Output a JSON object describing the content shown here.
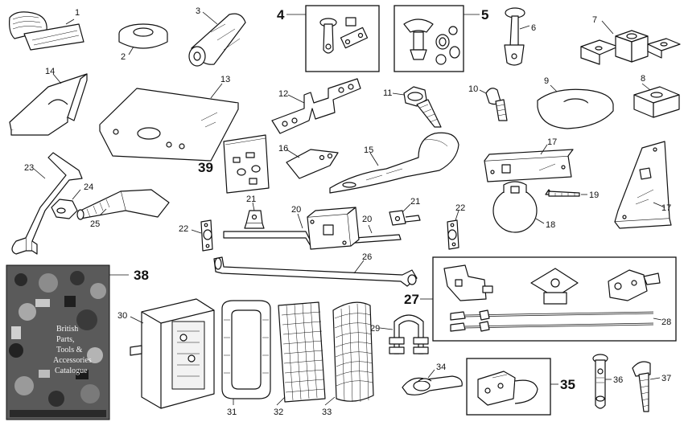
{
  "callouts": {
    "c1": "1",
    "c2": "2",
    "c3": "3",
    "c4": "4",
    "c5": "5",
    "c6": "6",
    "c7": "7",
    "c8": "8",
    "c9": "9",
    "c10": "10",
    "c11": "11",
    "c12": "12",
    "c13": "13",
    "c14": "14",
    "c15": "15",
    "c16": "16",
    "c17a": "17",
    "c17b": "17",
    "c18": "18",
    "c19": "19",
    "c20a": "20",
    "c20b": "20",
    "c21a": "21",
    "c21b": "21",
    "c22a": "22",
    "c22b": "22",
    "c23": "23",
    "c24": "24",
    "c25": "25",
    "c26": "26",
    "c27": "27",
    "c28": "28",
    "c29": "29",
    "c30": "30",
    "c31": "31",
    "c32": "32",
    "c33": "33",
    "c34": "34",
    "c35": "35",
    "c36": "36",
    "c37": "37",
    "c38": "38",
    "c39": "39"
  },
  "catalogue": {
    "line1": "British",
    "line2": "Parts,",
    "line3": "Tools &",
    "line4": "Accessories",
    "line5": "Catalogue"
  }
}
